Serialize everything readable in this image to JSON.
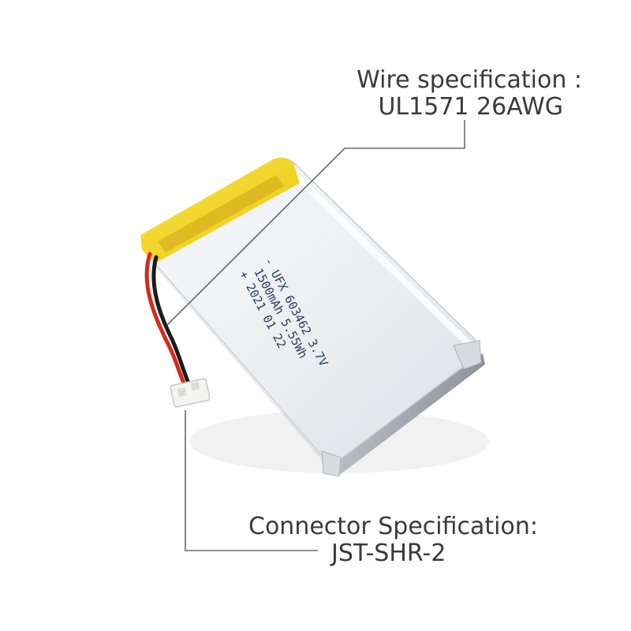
{
  "callouts": {
    "wire": {
      "title": "Wire specification :",
      "value": "UL1571 26AWG"
    },
    "connector": {
      "title": "Connector Specification:",
      "value": "JST-SHR-2"
    }
  },
  "battery_label": {
    "line1": "- UFX 603462 3.7V",
    "line2": "1500mAh 5.55Wh",
    "line3": "+ 2021 01 22"
  },
  "colors": {
    "background": "#ffffff",
    "callout_text": "#3a3a3a",
    "leader_line": "#6a6a6a",
    "battery_body": "#eeeff2",
    "tape": "#f2d51c",
    "wire_red": "#d42a1e",
    "wire_black": "#1b1b1b",
    "connector": "#f4f4f2"
  }
}
